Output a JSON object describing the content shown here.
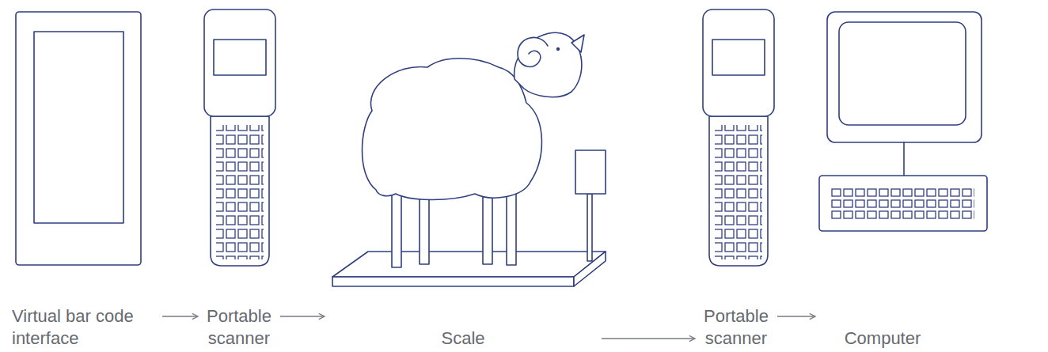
{
  "diagram": {
    "nodes": [
      {
        "text": [
          "Virtual bar code interface"
        ]
      },
      {
        "text": [
          "Portable scanner"
        ]
      },
      {
        "text": [
          "Scale"
        ]
      },
      {
        "text": [
          "Portable scanner"
        ]
      },
      {
        "text": [
          "Computer"
        ]
      }
    ],
    "edges": [
      {
        "from": 0,
        "to": 1,
        "arrow": "to"
      },
      {
        "from": 1,
        "to": 2,
        "arrow": "to"
      },
      {
        "from": 2,
        "to": 3,
        "arrow": "to"
      },
      {
        "from": 3,
        "to": 4,
        "arrow": "to"
      }
    ]
  }
}
